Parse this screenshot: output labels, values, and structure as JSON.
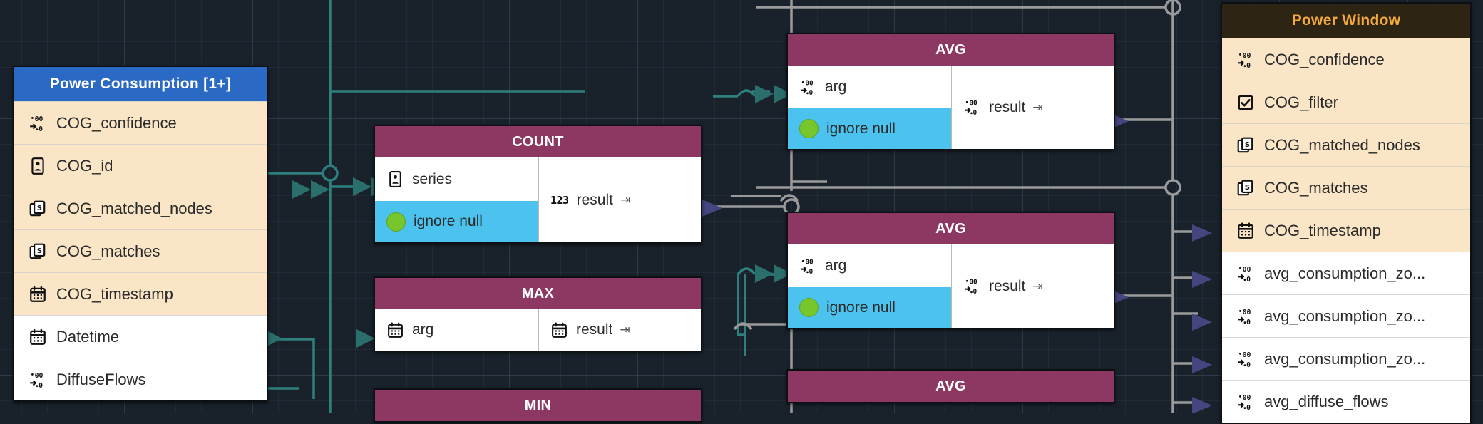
{
  "canvas": {
    "background_color": "#19222b",
    "grid": true,
    "edge_color_teal": "#2e7f7e",
    "edge_color_grey": "#9a9a9a",
    "arrow_color_teal": "#2b6f6d",
    "arrow_color_purple": "#4a4a8c"
  },
  "nodes": {
    "power_consumption": {
      "title": "Power Consumption [1+]",
      "header_color": "#2a6ac4",
      "fields": [
        {
          "label": "COG_confidence",
          "icon": "float-icon",
          "key": true
        },
        {
          "label": "COG_id",
          "icon": "id-card-icon",
          "key": true
        },
        {
          "label": "COG_matched_nodes",
          "icon": "string-list-icon",
          "key": true
        },
        {
          "label": "COG_matches",
          "icon": "string-list-icon",
          "key": true
        },
        {
          "label": "COG_timestamp",
          "icon": "calendar-icon",
          "key": true
        },
        {
          "label": "Datetime",
          "icon": "calendar-icon",
          "key": false
        },
        {
          "label": "DiffuseFlows",
          "icon": "float-icon",
          "key": false
        }
      ]
    },
    "power_window": {
      "title": "Power Window",
      "header_color": "#2e2413",
      "header_text_color": "#f3a93c",
      "fields": [
        {
          "label": "COG_confidence",
          "icon": "float-icon",
          "key": true
        },
        {
          "label": "COG_filter",
          "icon": "checkbox-icon",
          "key": true
        },
        {
          "label": "COG_matched_nodes",
          "icon": "string-list-icon",
          "key": true
        },
        {
          "label": "COG_matches",
          "icon": "string-list-icon",
          "key": true
        },
        {
          "label": "COG_timestamp",
          "icon": "calendar-icon",
          "key": true
        },
        {
          "label": "avg_consumption_zo...",
          "icon": "float-icon",
          "key": false
        },
        {
          "label": "avg_consumption_zo...",
          "icon": "float-icon",
          "key": false
        },
        {
          "label": "avg_consumption_zo...",
          "icon": "float-icon",
          "key": false
        },
        {
          "label": "avg_diffuse_flows",
          "icon": "float-icon",
          "key": false
        }
      ]
    },
    "count": {
      "title": "COUNT",
      "header_color": "#8d3763",
      "inputs": [
        {
          "label": "series",
          "icon": "id-card-icon",
          "highlight": false
        },
        {
          "label": "ignore null",
          "icon": "green-dot-icon",
          "highlight": true
        }
      ],
      "output": {
        "label": "result",
        "icon": "int-123-icon",
        "arrow": "⇥"
      }
    },
    "max": {
      "title": "MAX",
      "header_color": "#8d3763",
      "inputs": [
        {
          "label": "arg",
          "icon": "calendar-icon",
          "highlight": false
        }
      ],
      "output": {
        "label": "result",
        "icon": "calendar-icon",
        "arrow": "⇥"
      }
    },
    "min": {
      "title": "MIN",
      "header_color": "#8d3763"
    },
    "avg_1": {
      "title": "AVG",
      "header_color": "#8d3763",
      "inputs": [
        {
          "label": "arg",
          "icon": "float-icon",
          "highlight": false
        },
        {
          "label": "ignore null",
          "icon": "green-dot-icon",
          "highlight": true
        }
      ],
      "output": {
        "label": "result",
        "icon": "float-icon",
        "arrow": "⇥"
      }
    },
    "avg_2": {
      "title": "AVG",
      "header_color": "#8d3763",
      "inputs": [
        {
          "label": "arg",
          "icon": "float-icon",
          "highlight": false
        },
        {
          "label": "ignore null",
          "icon": "green-dot-icon",
          "highlight": true
        }
      ],
      "output": {
        "label": "result",
        "icon": "float-icon",
        "arrow": "⇥"
      }
    },
    "avg_3": {
      "title": "AVG",
      "header_color": "#8d3763"
    }
  }
}
